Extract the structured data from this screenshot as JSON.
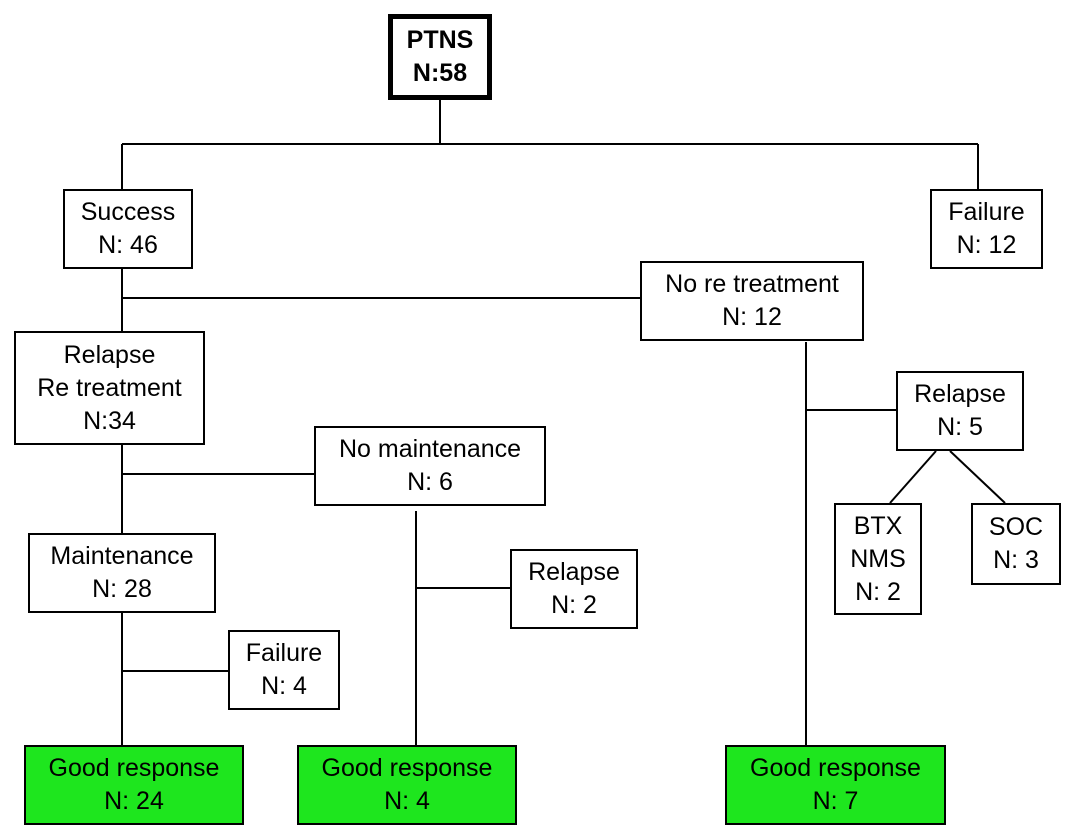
{
  "colors": {
    "good_response_fill": "#1ee61e",
    "box_border": "#000000",
    "background": "#ffffff"
  },
  "nodes": {
    "ptns": {
      "lines": [
        "PTNS",
        "N:58"
      ]
    },
    "success": {
      "lines": [
        "Success",
        "N: 46"
      ]
    },
    "failure_top": {
      "lines": [
        "Failure",
        "N: 12"
      ]
    },
    "no_re_treatment": {
      "lines": [
        "No re treatment",
        "N: 12"
      ]
    },
    "relapse_re_treatment": {
      "lines": [
        "Relapse",
        "Re treatment",
        "N:34"
      ]
    },
    "no_maintenance": {
      "lines": [
        "No maintenance",
        "N: 6"
      ]
    },
    "relapse_nrt": {
      "lines": [
        "Relapse",
        "N: 5"
      ]
    },
    "maintenance": {
      "lines": [
        "Maintenance",
        "N: 28"
      ]
    },
    "relapse_nm": {
      "lines": [
        "Relapse",
        "N: 2"
      ]
    },
    "btx_nms": {
      "lines": [
        "BTX",
        "NMS",
        "N: 2"
      ]
    },
    "soc": {
      "lines": [
        "SOC",
        "N: 3"
      ]
    },
    "failure_maint": {
      "lines": [
        "Failure",
        "N: 4"
      ]
    },
    "good_1": {
      "lines": [
        "Good response",
        "N: 24"
      ]
    },
    "good_2": {
      "lines": [
        "Good response",
        "N: 4"
      ]
    },
    "good_3": {
      "lines": [
        "Good response",
        "N: 7"
      ]
    }
  }
}
